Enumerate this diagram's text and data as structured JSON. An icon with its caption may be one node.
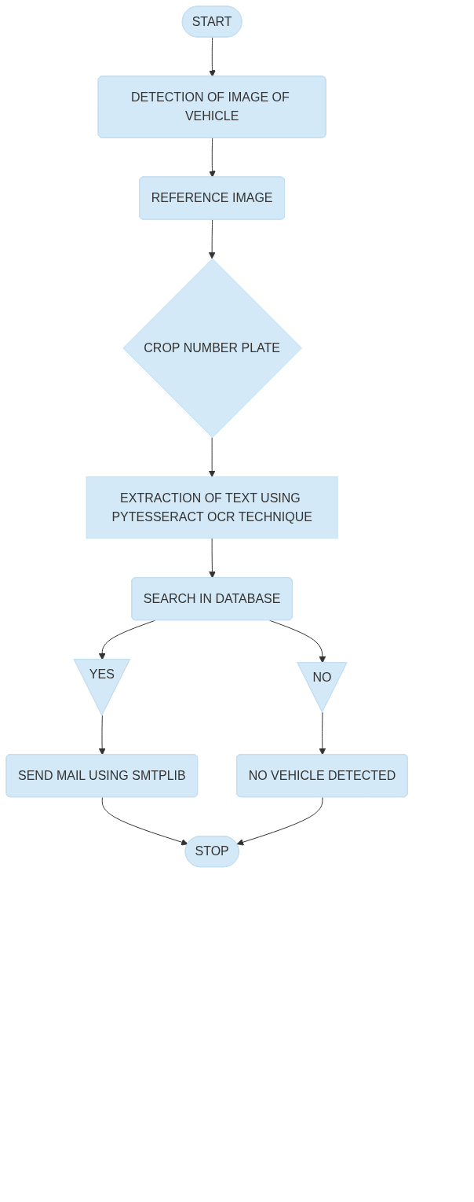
{
  "diagram": {
    "nodes": [
      {
        "text": [
          "START"
        ]
      },
      {
        "text": [
          "DETECTION OF IMAGE OF VEHICLE"
        ]
      },
      {
        "text": [
          "REFERENCE IMAGE"
        ]
      },
      {
        "text": [
          "CROP NUMBER PLATE"
        ]
      },
      {
        "text": [
          "EXTRACTION OF TEXT USING PYTESSERACT OCR TECHNIQUE"
        ]
      },
      {
        "text": [
          "SEARCH IN DATABASE"
        ]
      },
      {
        "text": [
          "YES"
        ]
      },
      {
        "text": [
          "NO"
        ]
      },
      {
        "text": [
          "SEND MAIL USING SMTPLIB"
        ]
      },
      {
        "text": [
          "NO VEHICLE DETECTED"
        ]
      },
      {
        "text": [
          "STOP"
        ]
      }
    ],
    "edges": [
      {
        "from": 0,
        "to": 1,
        "arrow": "to"
      },
      {
        "from": 1,
        "to": 2,
        "arrow": "to"
      },
      {
        "from": 2,
        "to": 3,
        "arrow": "to"
      },
      {
        "from": 3,
        "to": 4,
        "arrow": "to"
      },
      {
        "from": 4,
        "to": 5,
        "arrow": "to"
      },
      {
        "from": 5,
        "to": 6,
        "arrow": "to"
      },
      {
        "from": 5,
        "to": 7,
        "arrow": "to"
      },
      {
        "from": 6,
        "to": 8,
        "arrow": "to"
      },
      {
        "from": 7,
        "to": 9,
        "arrow": "to"
      },
      {
        "from": 8,
        "to": 10,
        "arrow": "to"
      },
      {
        "from": 9,
        "to": 10,
        "arrow": "to"
      }
    ]
  }
}
